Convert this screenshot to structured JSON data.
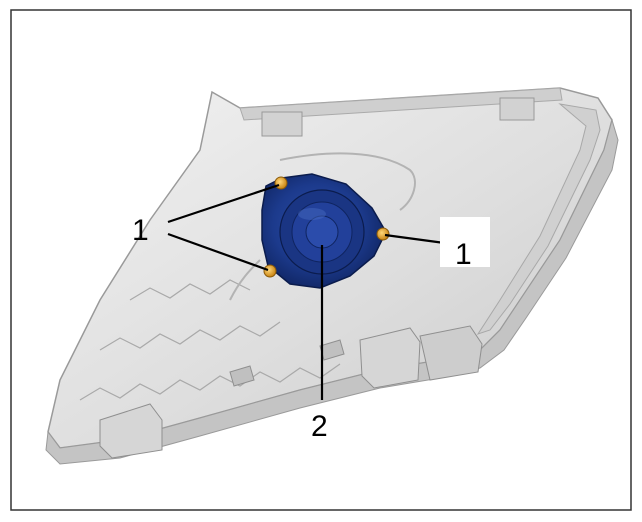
{
  "diagram": {
    "callouts": [
      {
        "id": "fastener-upper-left",
        "label": "1"
      },
      {
        "id": "fastener-right",
        "label": "1"
      },
      {
        "id": "speaker",
        "label": "2"
      }
    ],
    "colors": {
      "frame": "#333333",
      "trim_panel": "#e1e1e1",
      "trim_shadow": "#b9b9b9",
      "speaker": "#1c3a8c",
      "speaker_dark": "#0f2460",
      "fastener": "#e8a11c"
    }
  }
}
